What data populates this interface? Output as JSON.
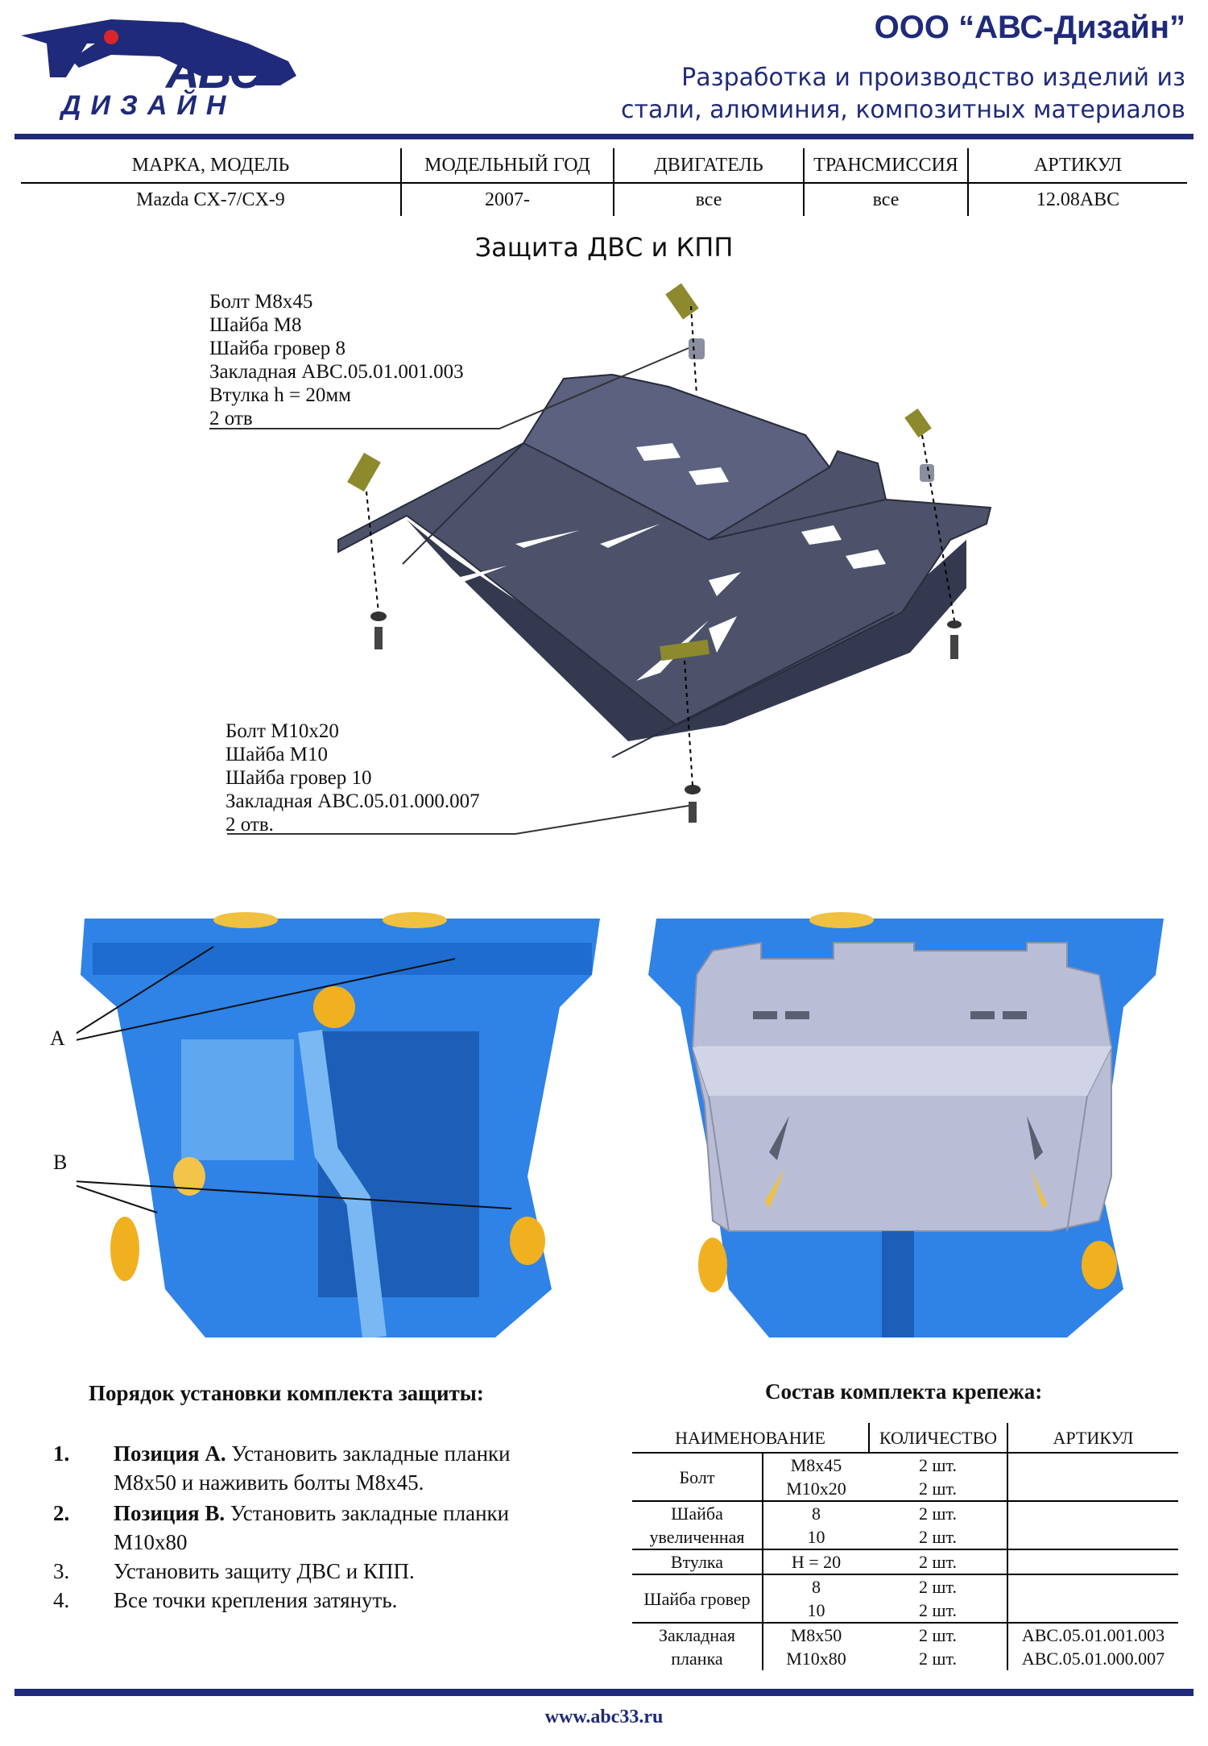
{
  "header": {
    "logo_line1": "АВС",
    "logo_line2": "ДИЗАЙН",
    "company": "ООО “АВС-Дизайн”",
    "tagline1": "Разработка и производство изделий из",
    "tagline2": "стали, алюминия, композитных материалов"
  },
  "spec_table": {
    "headers": [
      "МАРКА, МОДЕЛЬ",
      "МОДЕЛЬНЫЙ ГОД",
      "ДВИГАТЕЛЬ",
      "ТРАНСМИССИЯ",
      "АРТИКУЛ"
    ],
    "row": [
      "Mazda CX-7/CX-9",
      "2007-",
      "все",
      "все",
      "12.08ABC"
    ]
  },
  "drawing": {
    "title": "Защита ДВС и КПП",
    "callout_top": [
      "Болт М8х45",
      "Шайба М8",
      "Шайба гровер 8",
      "Закладная АВС.05.01.001.003",
      "Втулка h = 20мм",
      "2 отв"
    ],
    "callout_bottom": [
      "Болт М10х20",
      "Шайба М10",
      "Шайба гровер 10",
      "Закладная АВС.05.01.000.007",
      "2 отв."
    ]
  },
  "photos": {
    "label_a": "А",
    "label_b": "В"
  },
  "install": {
    "title": "Порядок установки комплекта защиты:",
    "steps": [
      {
        "num": "1.",
        "bold": "Позиция А.",
        "text": " Установить закладные планки М8х50 и наживить болты М8х45."
      },
      {
        "num": "2.",
        "bold": "Позиция В.",
        "text": " Установить закладные планки М10х80"
      },
      {
        "num": "3.",
        "bold": "",
        "text": "Установить защиту ДВС и КПП."
      },
      {
        "num": "4.",
        "bold": "",
        "text": "Все точки крепления затянуть."
      }
    ]
  },
  "kit": {
    "title": "Состав комплекта крепежа:",
    "headers": [
      "НАИМЕНОВАНИЕ",
      "КОЛИЧЕСТВО",
      "АРТИКУЛ"
    ],
    "rows": [
      {
        "name": "Болт",
        "spec": [
          "М8х45",
          "М10х20"
        ],
        "qty": [
          "2 шт.",
          "2 шт."
        ],
        "art": [
          "",
          ""
        ]
      },
      {
        "name": "Шайба увеличенная",
        "spec": [
          "8",
          "10"
        ],
        "qty": [
          "2 шт.",
          "2 шт."
        ],
        "art": [
          "",
          ""
        ]
      },
      {
        "name": "Втулка",
        "spec": [
          "Н = 20"
        ],
        "qty": [
          "2 шт."
        ],
        "art": [
          ""
        ]
      },
      {
        "name": "Шайба гровер",
        "spec": [
          "8",
          "10"
        ],
        "qty": [
          "2 шт.",
          "2 шт."
        ],
        "art": [
          "",
          ""
        ]
      },
      {
        "name": "Закладная планка",
        "spec": [
          "М8х50",
          "М10х80"
        ],
        "qty": [
          "2 шт.",
          "2 шт."
        ],
        "art": [
          "АВС.05.01.001.003",
          "АВС.05.01.000.007"
        ]
      }
    ]
  },
  "footer": {
    "url": "www.abc33.ru"
  },
  "colors": {
    "brand_navy": "#1f2a7a",
    "logo_red": "#d9262c",
    "plate_gray": "#4d526a",
    "bracket_olive": "#8c8a2c",
    "chassis_blue": "#2f82e6",
    "guard_silver": "#b9bed6"
  }
}
